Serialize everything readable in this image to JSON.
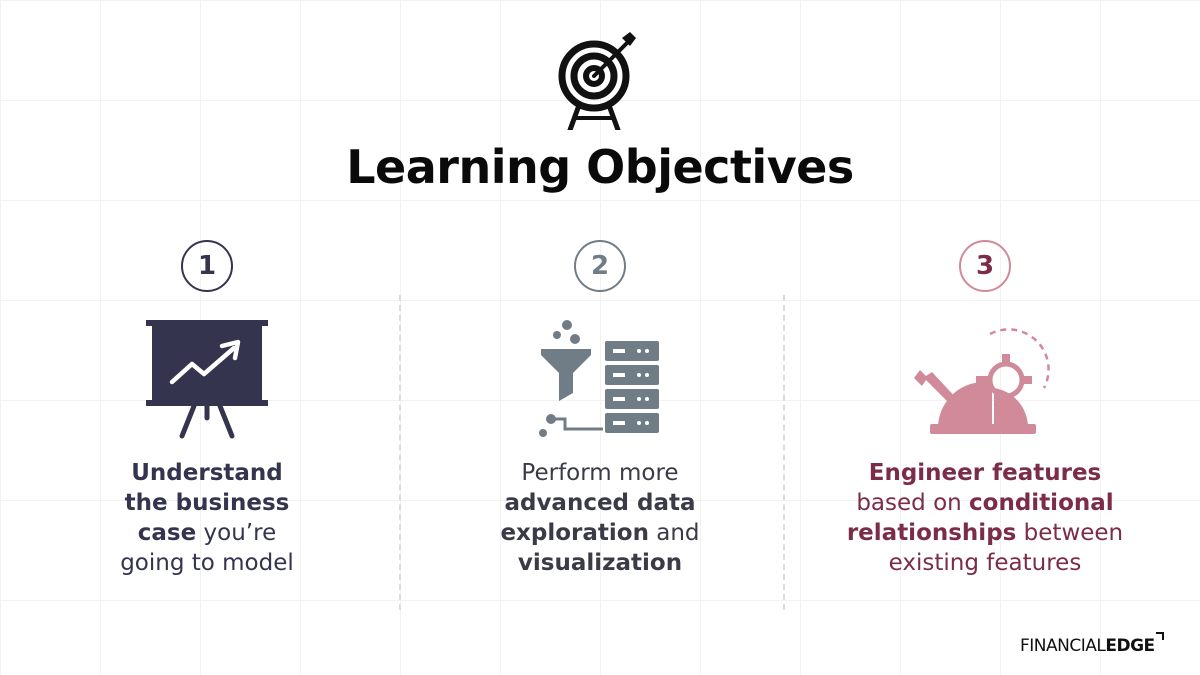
{
  "title": "Learning Objectives",
  "objectives": [
    {
      "number": "1",
      "color": "#34344f",
      "text": [
        {
          "t": "Understand",
          "b": true
        },
        {
          "t": "the business",
          "b": true
        },
        {
          "t": "case",
          "b": true
        },
        {
          "t": " you’re",
          "b": false
        },
        {
          "t": "going to model",
          "b": false
        }
      ],
      "icon": "presentation-board-growth-chart-icon"
    },
    {
      "number": "2",
      "color": "#707d86",
      "text": [
        {
          "t": "Perform more",
          "b": false
        },
        {
          "t": "advanced data",
          "b": true
        },
        {
          "t": "exploration",
          "b": true
        },
        {
          "t": " and",
          "b": false
        },
        {
          "t": "visualization",
          "b": true
        }
      ],
      "icon": "data-funnel-server-icon"
    },
    {
      "number": "3",
      "color": "#7a2c48",
      "accent": "#d08a9a",
      "text": [
        {
          "t": "Engineer features",
          "b": true
        },
        {
          "t": "based on ",
          "b": false
        },
        {
          "t": "conditional",
          "b": true
        },
        {
          "t": "relationships",
          "b": true
        },
        {
          "t": " between",
          "b": false
        },
        {
          "t": "existing features",
          "b": false
        }
      ],
      "icon": "hardhat-gear-wrench-icon"
    }
  ],
  "logo": {
    "part1": "FINANCIAL",
    "part2": "EDGE"
  }
}
